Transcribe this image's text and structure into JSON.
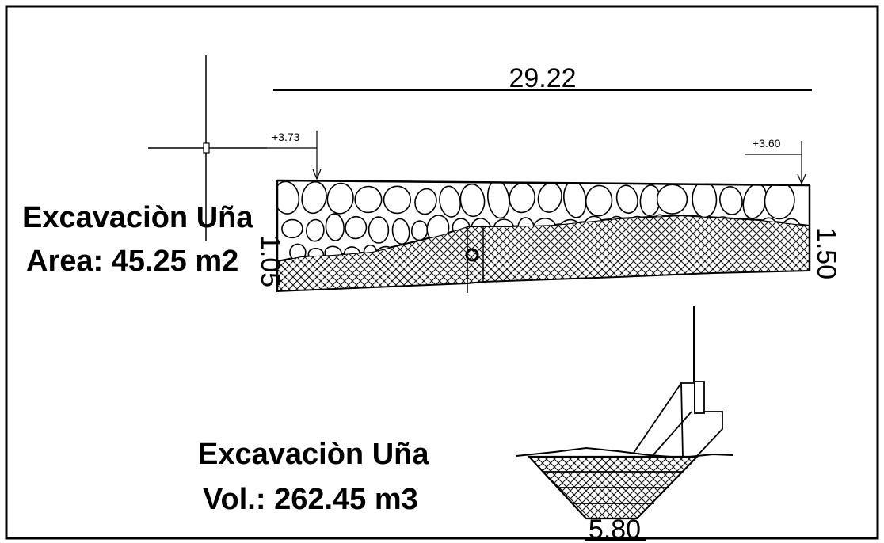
{
  "profile": {
    "length_dimension": "29.22",
    "elevation_left": "+3.73",
    "elevation_right": "+3.60",
    "depth_left": "1.05",
    "depth_right": "1.50"
  },
  "area_label": {
    "title": "Excavaciòn Uña",
    "value": "Area:  45.25 m2"
  },
  "volume_label": {
    "title": "Excavaciòn Uña",
    "value": "Vol.:  262.45 m3"
  },
  "section": {
    "base_dimension": "5.80"
  }
}
